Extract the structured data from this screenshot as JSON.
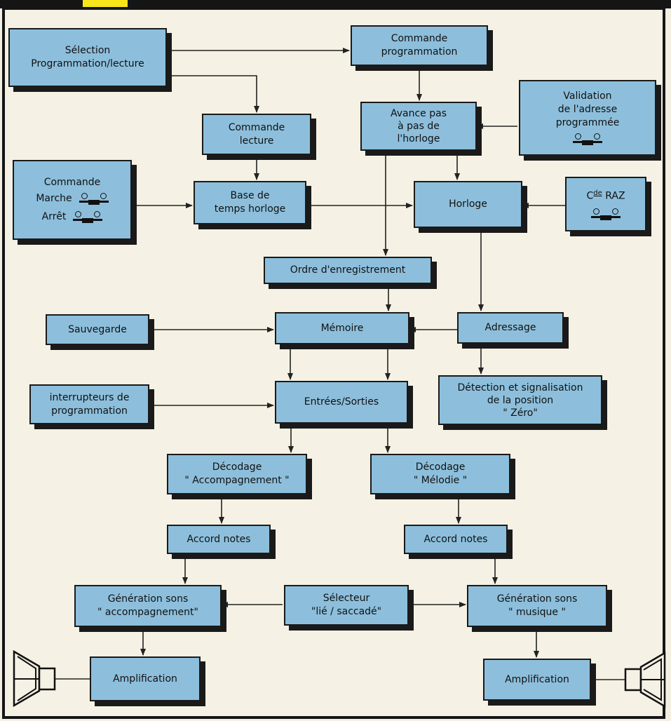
{
  "blocks": {
    "selection": [
      "Sélection",
      "Programmation/lecture"
    ],
    "cmd_prog": [
      "Commande",
      "programmation"
    ],
    "validation": [
      "Validation",
      "de l'adresse",
      "programmée"
    ],
    "cmd_lecture": [
      "Commande",
      "lecture"
    ],
    "avance": [
      "Avance pas",
      "à pas de",
      "l'horloge"
    ],
    "commande": {
      "title": "Commande",
      "marche": "Marche",
      "arret": "Arrêt"
    },
    "base_temps": [
      "Base de",
      "temps horloge"
    ],
    "horloge": "Horloge",
    "raz": {
      "prefix": "C",
      "sup": "de",
      "suffix": " RAZ"
    },
    "ordre": "Ordre d'enregistrement",
    "sauvegarde": "Sauvegarde",
    "memoire": "Mémoire",
    "adressage": "Adressage",
    "detection": [
      "Détection et signalisation",
      "de la position",
      "\" Zéro\""
    ],
    "interrupteurs": [
      "interrupteurs de",
      "programmation"
    ],
    "entrees": "Entrées/Sorties",
    "dec_acc": [
      "Décodage",
      "\" Accompagnement \""
    ],
    "dec_mel": [
      "Décodage",
      "\" Mélodie \""
    ],
    "accord_l": "Accord notes",
    "accord_r": "Accord notes",
    "gen_acc": [
      "Génération sons",
      "\" accompagnement\""
    ],
    "selecteur": [
      "Sélecteur",
      "\"lié / saccadé\""
    ],
    "gen_mus": [
      "Génération sons",
      "\" musique \""
    ],
    "ampli_l": "Amplification",
    "ampli_r": "Amplification"
  }
}
